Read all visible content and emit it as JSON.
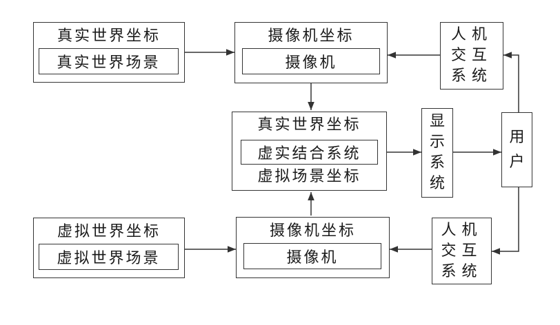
{
  "real_world": {
    "title": "真实世界坐标",
    "inner": "真实世界场景"
  },
  "camera_top": {
    "title": "摄像机坐标",
    "inner": "摄像机"
  },
  "hci_top": {
    "lines": [
      "人机",
      "交互",
      "系统"
    ]
  },
  "fusion": {
    "title": "真实世界坐标",
    "inner": "虚实结合系统",
    "subtitle": "虚拟场景坐标"
  },
  "display": {
    "lines": [
      "显",
      "示",
      "系",
      "统"
    ]
  },
  "user": {
    "lines": [
      "用",
      "户"
    ]
  },
  "virtual_world": {
    "title": "虚拟世界坐标",
    "inner": "虚拟世界场景"
  },
  "camera_bottom": {
    "title": "摄像机坐标",
    "inner": "摄像机"
  },
  "hci_bottom": {
    "lines": [
      "人机",
      "交互",
      "系统"
    ]
  }
}
